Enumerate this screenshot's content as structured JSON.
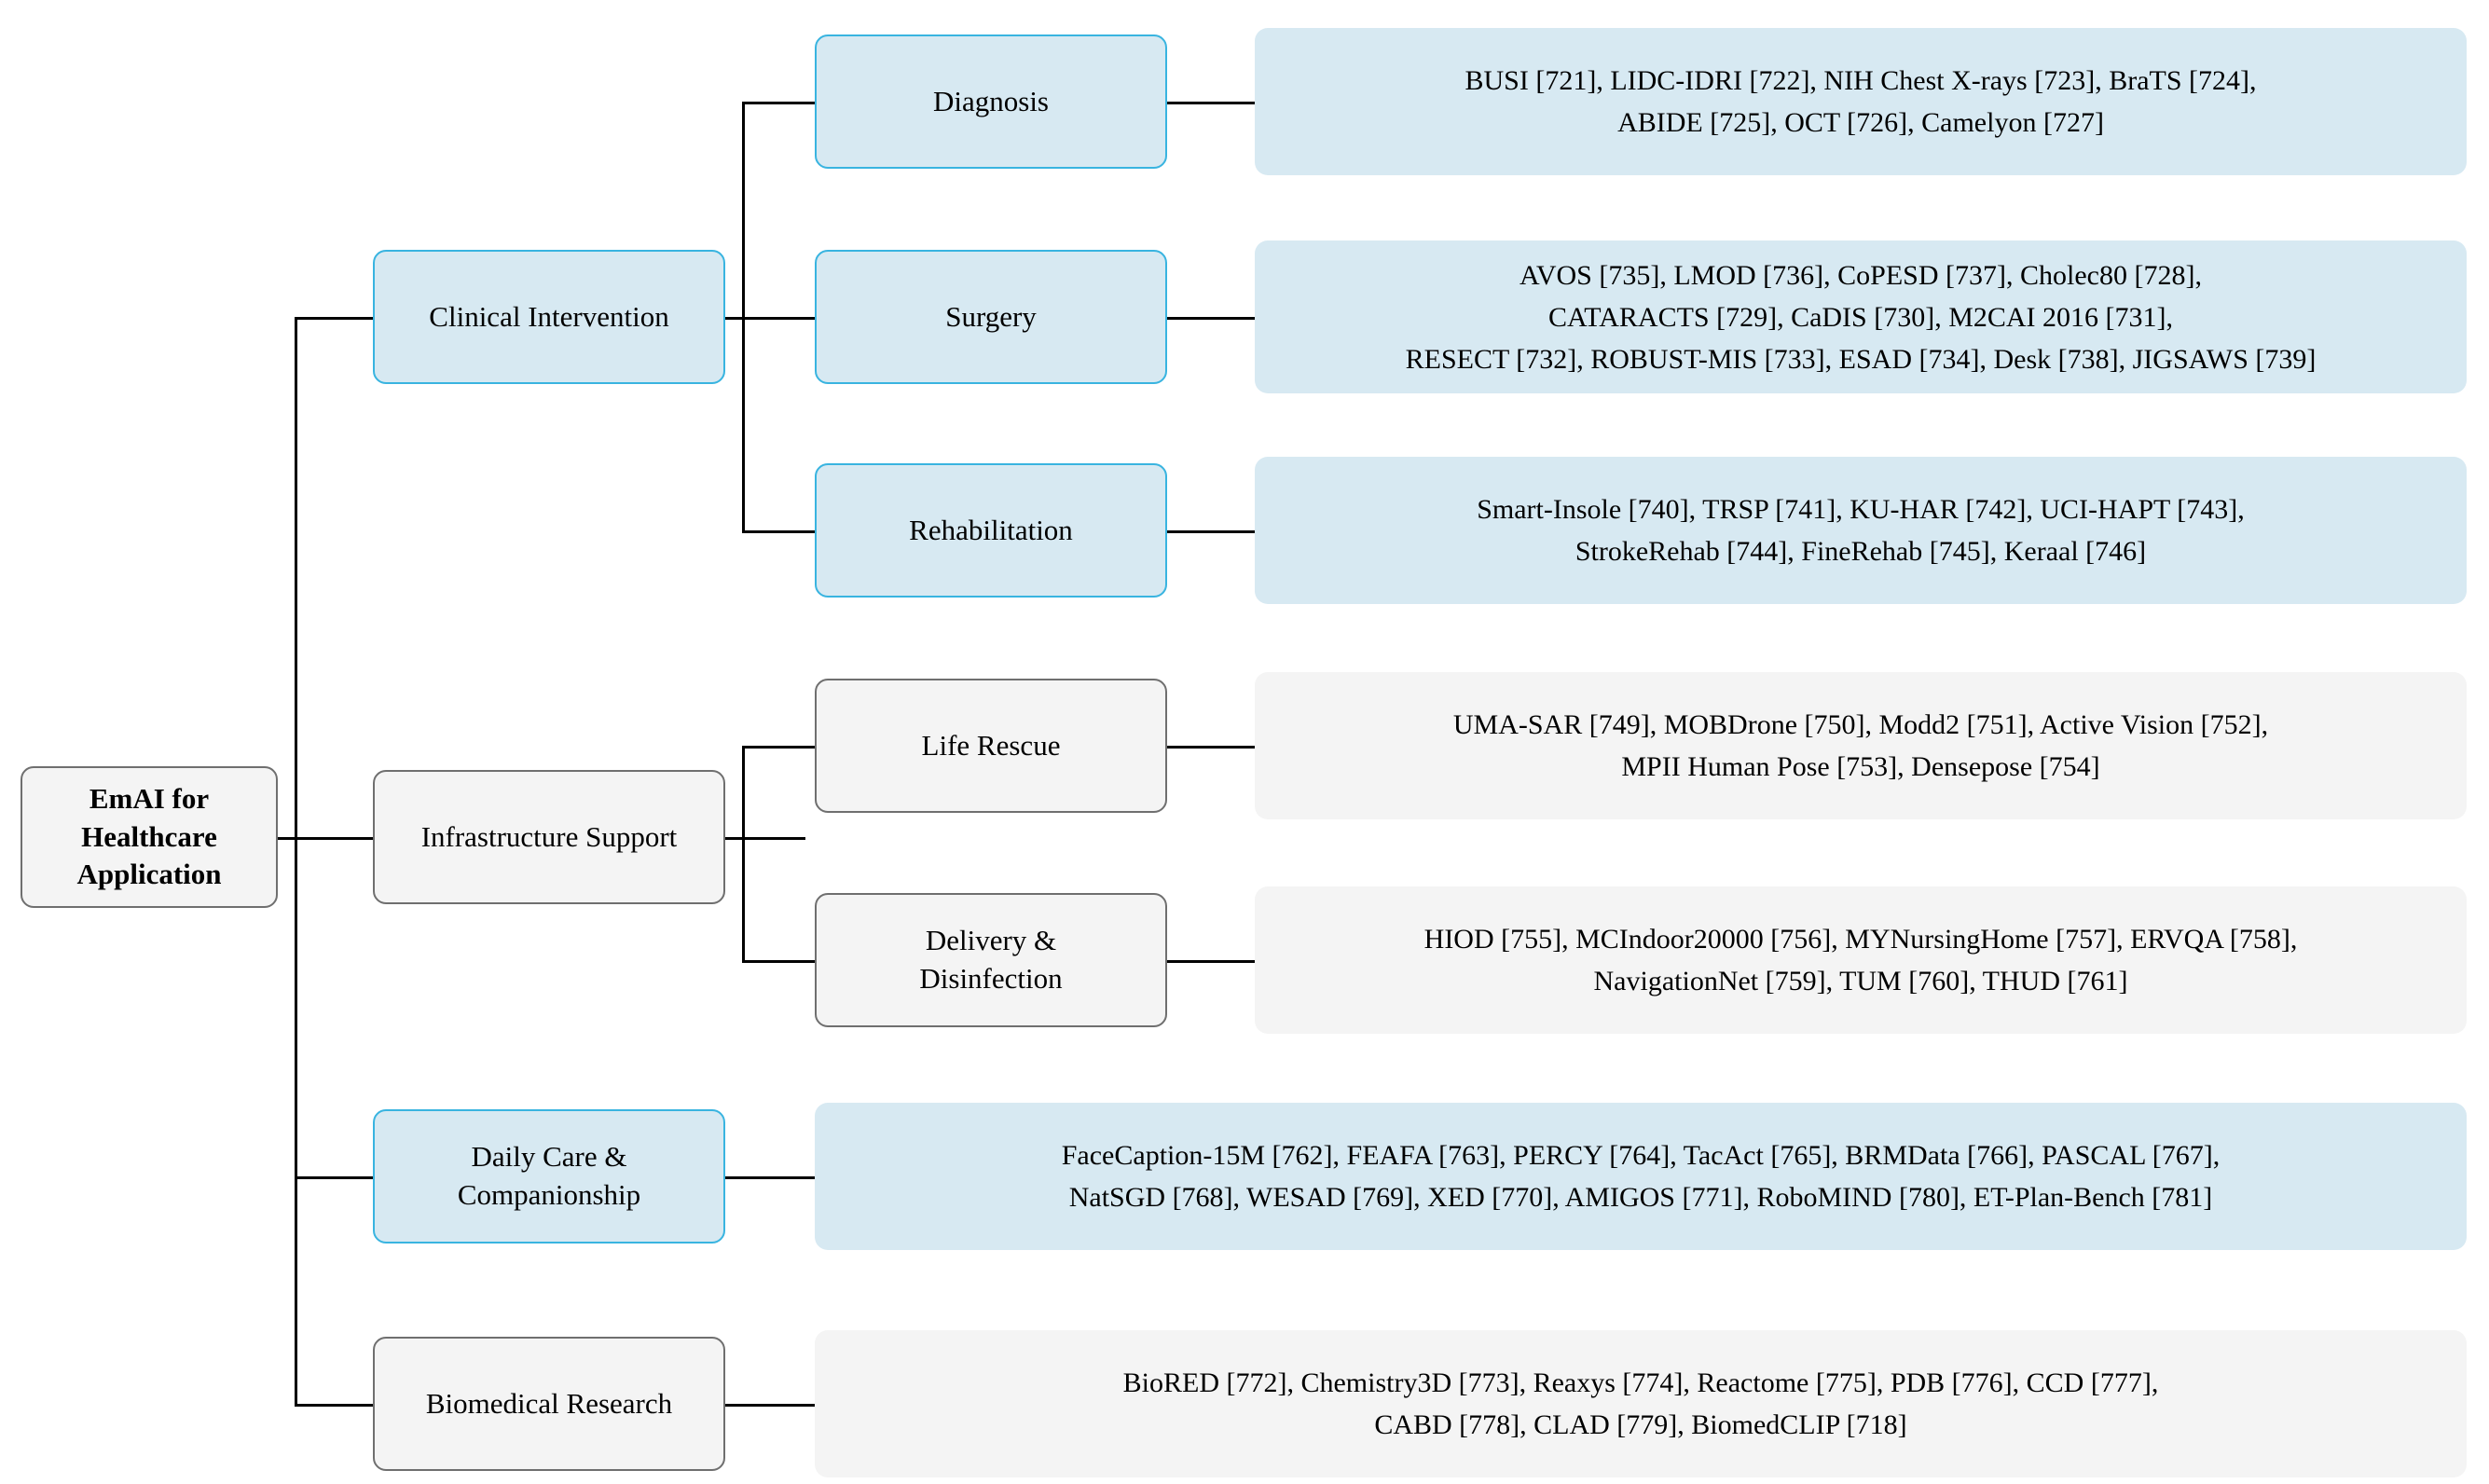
{
  "figure": {
    "type": "tree-taxonomy-diagram",
    "orientation": "left-to-right",
    "colors": {
      "blue_fill": "#d7e9f2",
      "blue_border": "#39b4e0",
      "gray_fill": "#f4f4f4",
      "gray_border": "#6f6f6f",
      "line": "#000000",
      "background": "#ffffff",
      "text": "#000000"
    }
  },
  "root": {
    "label": "EmAI for Healthcare Application",
    "line1": "EmAI for",
    "line2": "Healthcare",
    "line3": "Application",
    "style": "gray"
  },
  "branches": [
    {
      "id": "clinical-intervention",
      "label": "Clinical Intervention",
      "style": "blue",
      "children": [
        {
          "id": "diagnosis",
          "label": "Diagnosis",
          "style": "blue",
          "datasets_style": "blue",
          "datasets_line1": "BUSI [721], LIDC-IDRI [722], NIH Chest X-rays [723], BraTS [724],",
          "datasets_line2": "ABIDE [725], OCT [726], Camelyon [727]",
          "datasets": [
            "BUSI [721]",
            "LIDC-IDRI [722]",
            "NIH Chest X-rays [723]",
            "BraTS [724]",
            "ABIDE [725]",
            "OCT [726]",
            "Camelyon [727]"
          ]
        },
        {
          "id": "surgery",
          "label": "Surgery",
          "style": "blue",
          "datasets_style": "blue",
          "datasets_line1": "AVOS [735], LMOD [736], CoPESD [737], Cholec80 [728],",
          "datasets_line2": "CATARACTS [729], CaDIS [730], M2CAI 2016 [731],",
          "datasets_line3": "RESECT [732], ROBUST-MIS [733], ESAD [734], Desk [738], JIGSAWS [739]",
          "datasets": [
            "AVOS [735]",
            "LMOD [736]",
            "CoPESD [737]",
            "Cholec80 [728]",
            "CATARACTS [729]",
            "CaDIS [730]",
            "M2CAI 2016 [731]",
            "RESECT [732]",
            "ROBUST-MIS [733]",
            "ESAD [734]",
            "Desk [738]",
            "JIGSAWS [739]"
          ]
        },
        {
          "id": "rehabilitation",
          "label": "Rehabilitation",
          "style": "blue",
          "datasets_style": "blue",
          "datasets_line1": "Smart-Insole [740], TRSP [741], KU-HAR [742], UCI-HAPT [743],",
          "datasets_line2": "StrokeRehab [744], FineRehab [745], Keraal [746]",
          "datasets": [
            "Smart-Insole [740]",
            "TRSP [741]",
            "KU-HAR [742]",
            "UCI-HAPT [743]",
            "StrokeRehab [744]",
            "FineRehab [745]",
            "Keraal [746]"
          ]
        }
      ]
    },
    {
      "id": "infrastructure-support",
      "label": "Infrastructure Support",
      "style": "gray",
      "children": [
        {
          "id": "life-rescue",
          "label": "Life Rescue",
          "style": "gray",
          "datasets_style": "gray",
          "datasets_line1": "UMA-SAR [749], MOBDrone [750], Modd2 [751], Active Vision [752],",
          "datasets_line2": "MPII Human Pose [753], Densepose [754]",
          "datasets": [
            "UMA-SAR [749]",
            "MOBDrone [750]",
            "Modd2 [751]",
            "Active Vision [752]",
            "MPII Human Pose [753]",
            "Densepose [754]"
          ]
        },
        {
          "id": "delivery-disinfection",
          "label": "Delivery & Disinfection",
          "label_line1": "Delivery &",
          "label_line2": "Disinfection",
          "style": "gray",
          "datasets_style": "gray",
          "datasets_line1": "HIOD [755], MCIndoor20000 [756], MYNursingHome [757], ERVQA [758],",
          "datasets_line2": "NavigationNet [759], TUM [760], THUD [761]",
          "datasets": [
            "HIOD [755]",
            "MCIndoor20000 [756]",
            "MYNursingHome [757]",
            "ERVQA [758]",
            "NavigationNet [759]",
            "TUM [760]",
            "THUD [761]"
          ]
        }
      ]
    },
    {
      "id": "daily-care-companionship",
      "label": "Daily Care & Companionship",
      "label_line1": "Daily Care &",
      "label_line2": "Companionship",
      "style": "blue",
      "datasets_style": "blue",
      "datasets_line1": "FaceCaption-15M [762], FEAFA [763], PERCY [764], TacAct [765], BRMData [766], PASCAL [767],",
      "datasets_line2": "NatSGD [768], WESAD [769], XED [770], AMIGOS [771], RoboMIND [780], ET-Plan-Bench [781]",
      "datasets": [
        "FaceCaption-15M [762]",
        "FEAFA [763]",
        "PERCY [764]",
        "TacAct [765]",
        "BRMData [766]",
        "PASCAL [767]",
        "NatSGD [768]",
        "WESAD [769]",
        "XED [770]",
        "AMIGOS [771]",
        "RoboMIND [780]",
        "ET-Plan-Bench [781]"
      ],
      "children": []
    },
    {
      "id": "biomedical-research",
      "label": "Biomedical Research",
      "style": "gray",
      "datasets_style": "gray",
      "datasets_line1": "BioRED [772], Chemistry3D [773], Reaxys [774], Reactome [775], PDB [776], CCD [777],",
      "datasets_line2": "CABD [778], CLAD [779], BiomedCLIP [718]",
      "datasets": [
        "BioRED [772]",
        "Chemistry3D [773]",
        "Reaxys [774]",
        "Reactome [775]",
        "PDB [776]",
        "CCD [777]",
        "CABD [778]",
        "CLAD [779]",
        "BiomedCLIP [718]"
      ],
      "children": []
    }
  ]
}
